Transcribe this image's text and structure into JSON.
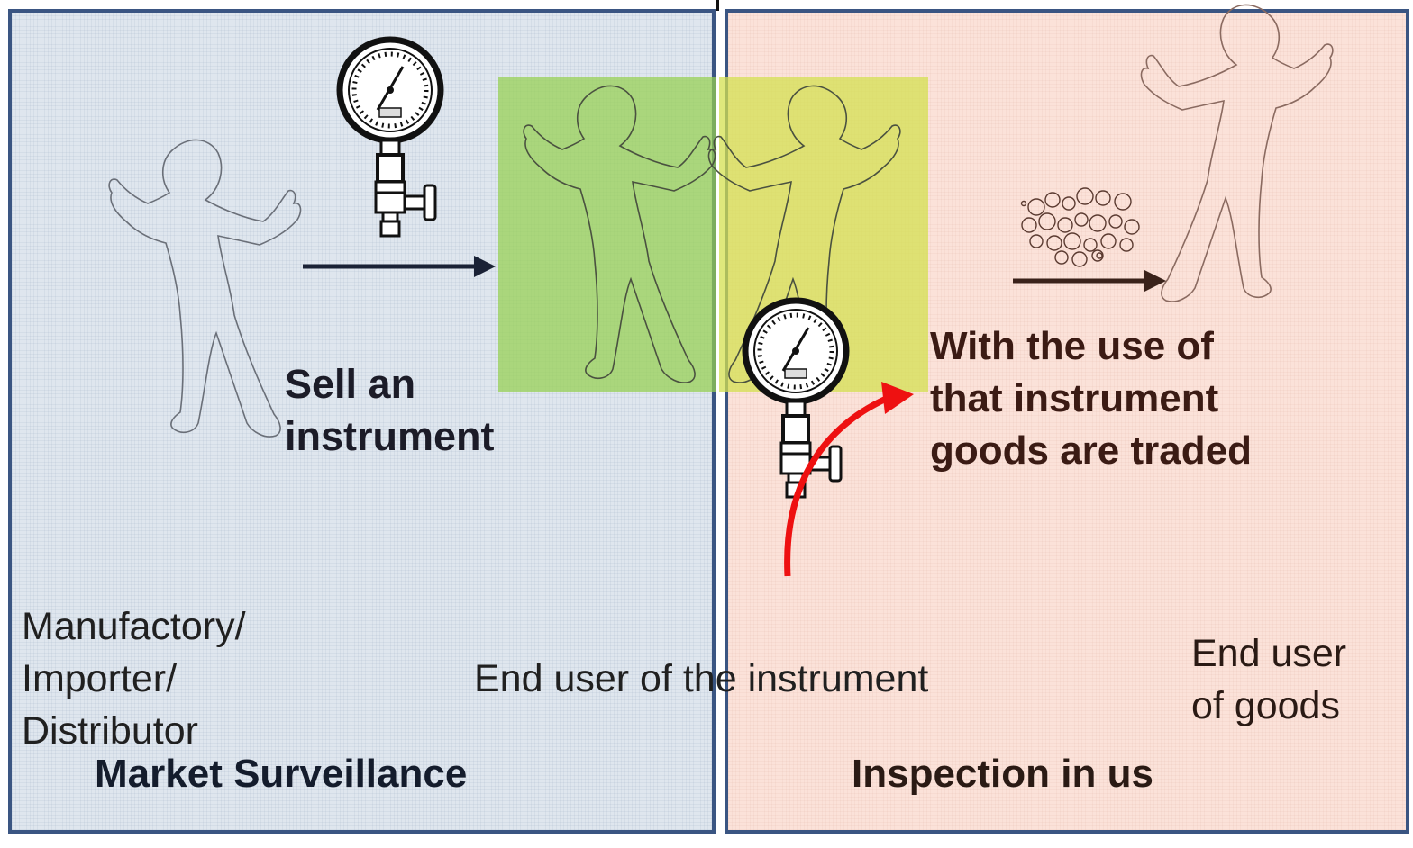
{
  "sell_text": "Sell an\ninstrument",
  "trade_text": "With the use of\nthat instrument\ngoods are traded",
  "actor_left": "Manufactory/\nImporter/\nDistributor",
  "actor_middle": "End user of the instrument",
  "actor_right": "End user\nof goods",
  "section_left": "Market Surveillance",
  "section_right": "Inspection in us",
  "colors": {
    "left_panel": "#dfe6ee",
    "right_panel": "#fbe2d9",
    "border": "#3a5582",
    "green_highlight": "#96d050",
    "yellow_highlight": "#d4e050",
    "red_arrow": "#ee1111"
  }
}
